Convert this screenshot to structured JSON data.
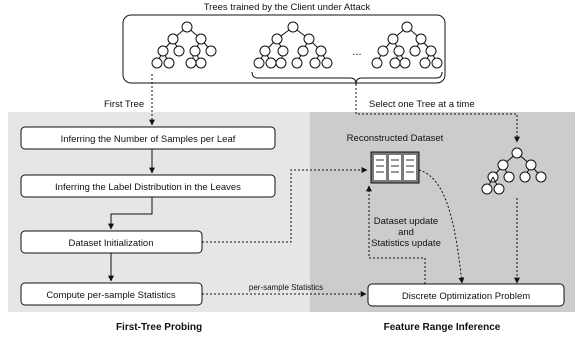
{
  "top": {
    "title": "Trees trained by the Client under Attack",
    "ellipsis": "...",
    "first_tree_label": "First Tree",
    "select_label": "Select one Tree at a time"
  },
  "left_panel": {
    "steps": [
      "Inferring the Number of Samples per Leaf",
      "Inferring the Label Distribution in the Leaves",
      "Dataset Initialization",
      "Compute per-sample Statistics"
    ],
    "caption": "First-Tree Probing"
  },
  "right_panel": {
    "dataset_label": "Reconstructed Dataset",
    "update_lines": [
      "Dataset update",
      "and",
      "Statistics update"
    ],
    "stats_arrow_label": "per-sample Statistics",
    "optimization_box": "Discrete Optimization Problem",
    "caption": "Feature Range Inference"
  },
  "colors": {
    "left_panel_bg": "#e6e6e6",
    "right_panel_bg": "#cccccc",
    "stroke": "#111111",
    "dataset_icon": "#7a7a7a"
  }
}
